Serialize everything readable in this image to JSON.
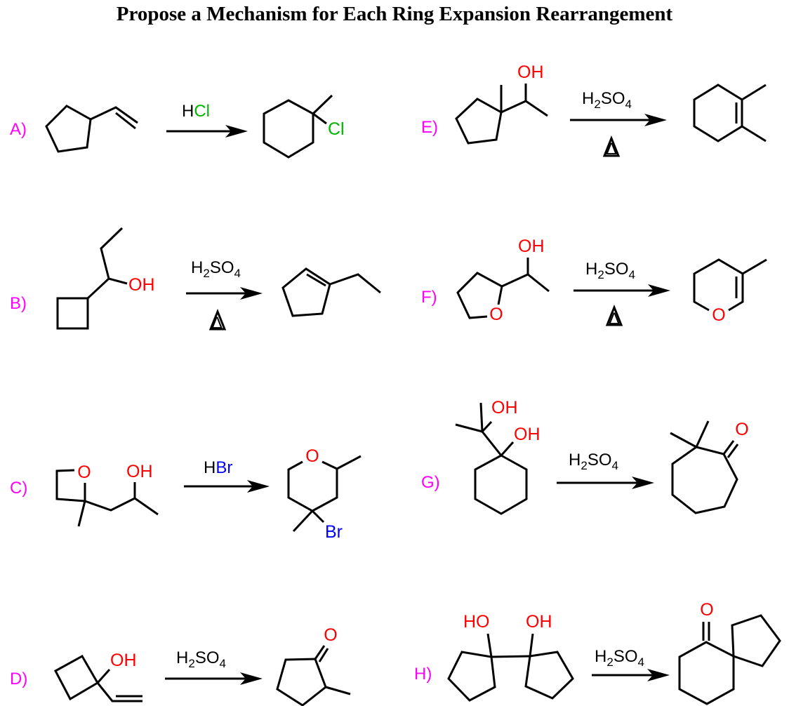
{
  "title": "Propose a Mechanism for Each Ring Expansion Rearrangement",
  "colors": {
    "label": "#ff00ff",
    "oxygen": "#ff0000",
    "chlorine": "#00b400",
    "bromine": "#0000ff",
    "bond": "#000000"
  },
  "problems": {
    "A": {
      "label": "A)",
      "reagent": [
        "H",
        "Cl"
      ],
      "product_atoms": [
        "Cl"
      ]
    },
    "B": {
      "label": "B)",
      "reagent": [
        "H",
        "2",
        "SO",
        "4"
      ],
      "condition": "Δ",
      "start_atoms": [
        "OH"
      ]
    },
    "C": {
      "label": "C)",
      "reagent": [
        "H",
        "Br"
      ],
      "start_atoms": [
        "O",
        "OH"
      ],
      "product_atoms": [
        "O",
        "Br"
      ]
    },
    "D": {
      "label": "D)",
      "reagent": [
        "H",
        "2",
        "SO",
        "4"
      ],
      "start_atoms": [
        "OH"
      ],
      "product_atoms": [
        "O"
      ]
    },
    "E": {
      "label": "E)",
      "reagent": [
        "H",
        "2",
        "SO",
        "4"
      ],
      "condition": "Δ",
      "start_atoms": [
        "OH"
      ]
    },
    "F": {
      "label": "F)",
      "reagent": [
        "H",
        "2",
        "SO",
        "4"
      ],
      "condition": "Δ",
      "start_atoms": [
        "OH",
        "O"
      ],
      "product_atoms": [
        "O"
      ]
    },
    "G": {
      "label": "G)",
      "reagent": [
        "H",
        "2",
        "SO",
        "4"
      ],
      "start_atoms": [
        "OH",
        "OH"
      ],
      "product_atoms": [
        "O"
      ]
    },
    "H": {
      "label": "H)",
      "reagent": [
        "H",
        "2",
        "SO",
        "4"
      ],
      "start_atoms": [
        "HO",
        "OH"
      ],
      "product_atoms": [
        "O"
      ]
    }
  }
}
